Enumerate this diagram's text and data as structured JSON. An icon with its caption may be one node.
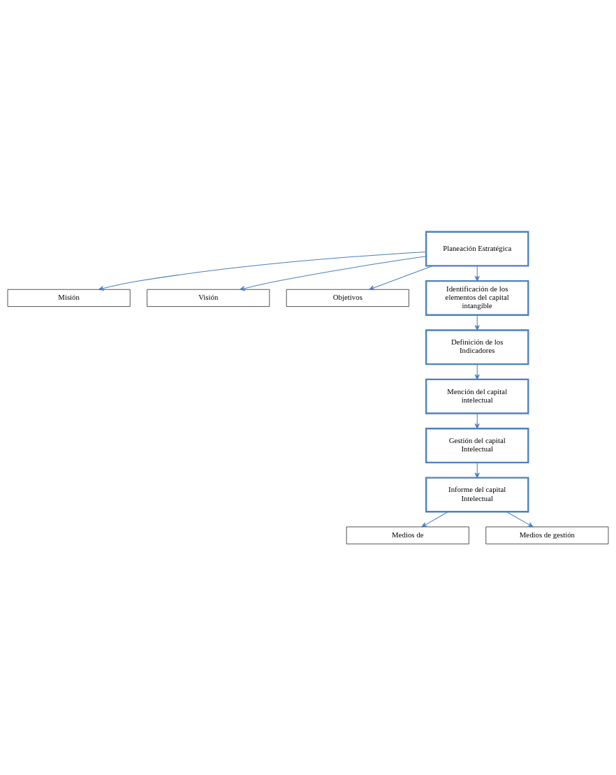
{
  "diagram": {
    "nodes": [
      {
        "text": [
          "Planeación Estratégica"
        ]
      },
      {
        "text": [
          "Misión"
        ]
      },
      {
        "text": [
          "Visión"
        ]
      },
      {
        "text": [
          "Objetivos"
        ]
      },
      {
        "text": [
          "Identificación de los elementos del capital intangible"
        ]
      },
      {
        "text": [
          "Definición de los Indicadores"
        ]
      },
      {
        "text": [
          "Mención del capital intelectual"
        ]
      },
      {
        "text": [
          "Gestión del capital Intelectual"
        ]
      },
      {
        "text": [
          "Informe del capital Intelectual"
        ]
      },
      {
        "text": [
          "Medios de"
        ]
      },
      {
        "text": [
          "Medios de gestión"
        ]
      }
    ],
    "edges": [
      {
        "from": 0,
        "to": 1,
        "arrow": "to"
      },
      {
        "from": 0,
        "to": 2,
        "arrow": "to"
      },
      {
        "from": 0,
        "to": 3,
        "arrow": "to"
      },
      {
        "from": 0,
        "to": 4,
        "arrow": "to"
      },
      {
        "from": 4,
        "to": 5,
        "arrow": "to"
      },
      {
        "from": 5,
        "to": 6,
        "arrow": "to"
      },
      {
        "from": 6,
        "to": 7,
        "arrow": "to"
      },
      {
        "from": 7,
        "to": 8,
        "arrow": "to"
      },
      {
        "from": 8,
        "to": 9,
        "arrow": "to"
      },
      {
        "from": 8,
        "to": 10,
        "arrow": "to"
      }
    ]
  }
}
